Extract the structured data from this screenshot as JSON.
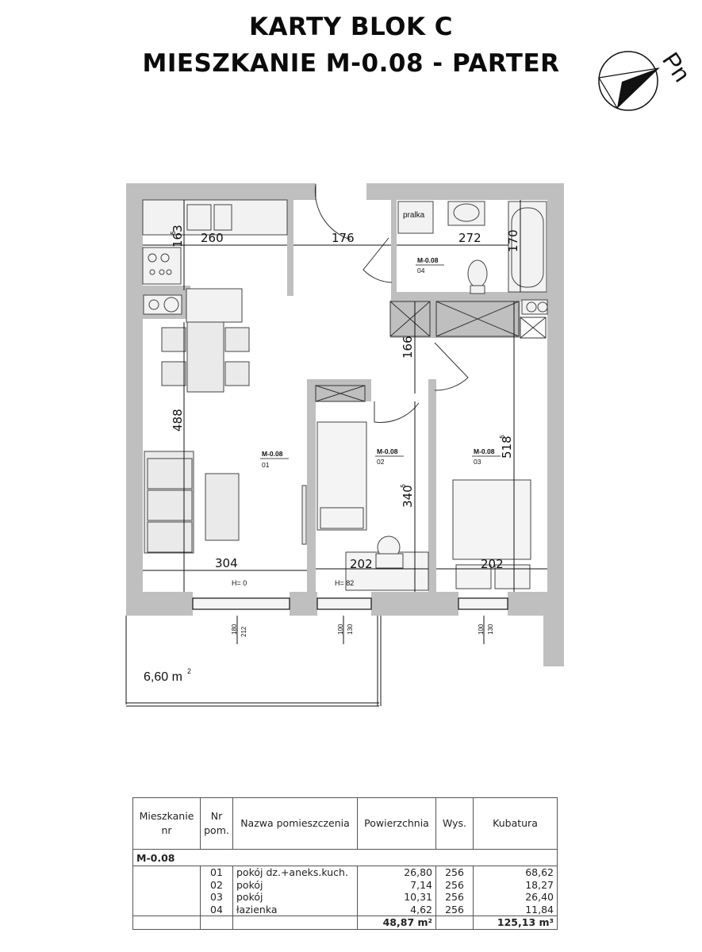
{
  "header": {
    "line1": "KARTY BLOK C",
    "line2": "MIESZKANIE M-0.08 - PARTER",
    "north_label": "Pn"
  },
  "plan": {
    "rooms": [
      {
        "code": "M-0.08",
        "nr": "01"
      },
      {
        "code": "M-0.08",
        "nr": "02"
      },
      {
        "code": "M-0.08",
        "nr": "03"
      },
      {
        "code": "M-0.08",
        "nr": "04"
      }
    ],
    "fixture_pralka": "pralka",
    "dims": {
      "d260": "260",
      "d176": "176",
      "d272": "272",
      "d170": "170",
      "d163": "163",
      "d163_sup": "5",
      "d166": "166",
      "d488": "488",
      "d518": "518",
      "d518_sup": "5",
      "d340": "340",
      "d340_sup": "5",
      "d304": "304",
      "d202a": "202",
      "d202b": "202"
    },
    "heights": {
      "h1": "H= 0",
      "h2": "H= 82"
    },
    "windows": {
      "w1a": "180",
      "w1b": "212",
      "w2a": "100",
      "w2b": "130",
      "w3a": "100",
      "w3b": "130"
    },
    "balcony": {
      "area": "6,60 m",
      "unit_sup": "2"
    }
  },
  "table": {
    "headers": [
      "Mieszkanie nr",
      "Nr pom.",
      "Nazwa pomieszczenia",
      "Powierzchnia",
      "Wys.",
      "Kubatura"
    ],
    "group": "M-0.08",
    "rows": [
      {
        "nr": "01",
        "name": "pokój dz.+aneks.kuch.",
        "area": "26,80",
        "height": "256",
        "volume": "68,62"
      },
      {
        "nr": "02",
        "name": "pokój",
        "area": "7,14",
        "height": "256",
        "volume": "18,27"
      },
      {
        "nr": "03",
        "name": "pokój",
        "area": "10,31",
        "height": "256",
        "volume": "26,40"
      },
      {
        "nr": "04",
        "name": "łazienka",
        "area": "4,62",
        "height": "256",
        "volume": "11,84"
      }
    ],
    "total_area": "48,87 m²",
    "total_volume": "125,13 m³"
  }
}
